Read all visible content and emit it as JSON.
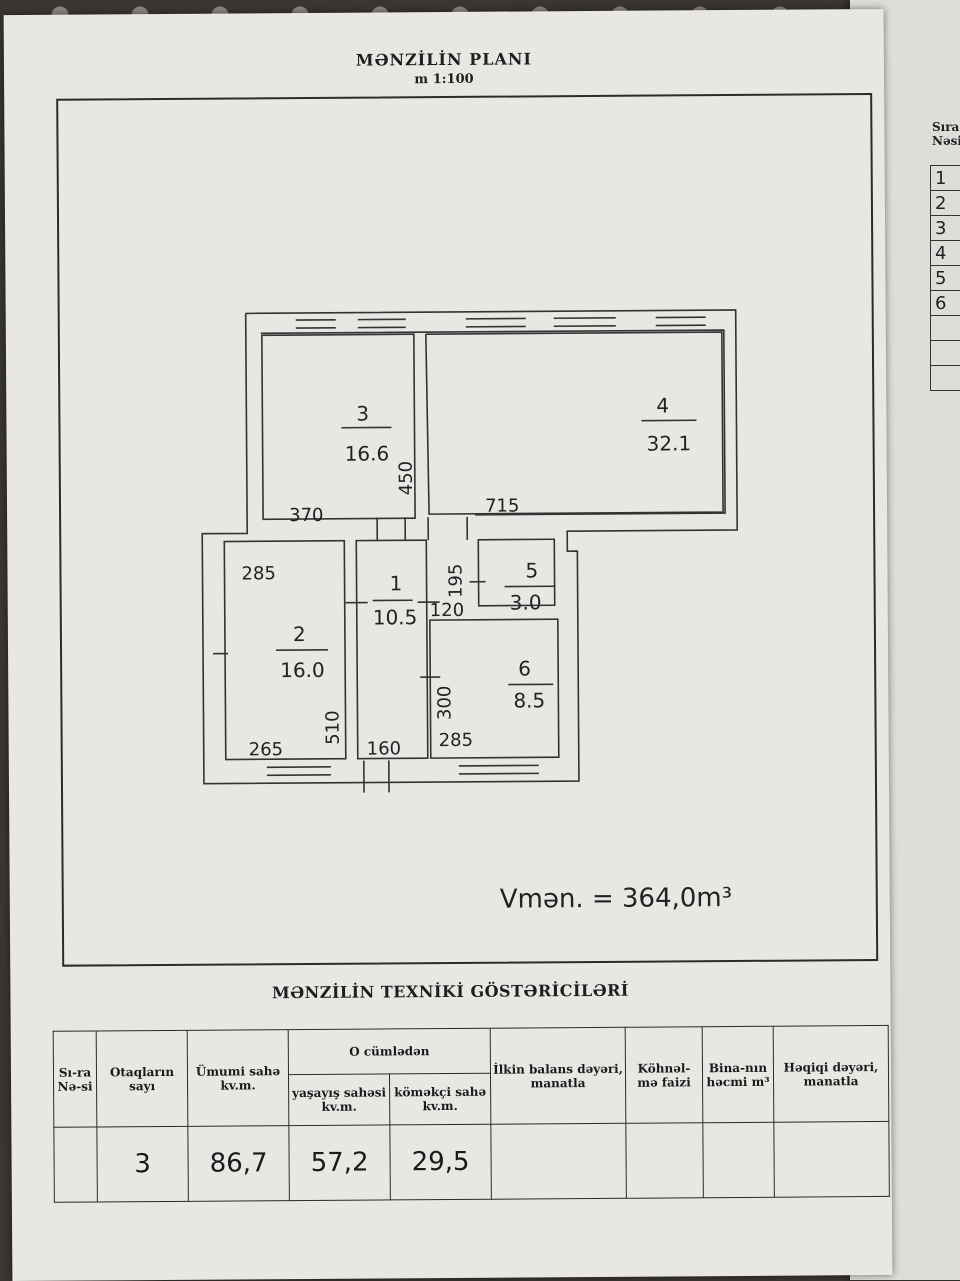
{
  "plan": {
    "title": "MƏNZİLİN PLANI",
    "scale": "m 1:100",
    "rooms": [
      {
        "id": "3",
        "area": "16.6"
      },
      {
        "id": "4",
        "area": "32.1"
      },
      {
        "id": "1",
        "area": "10.5"
      },
      {
        "id": "5",
        "area": "3.0"
      },
      {
        "id": "2",
        "area": "16.0"
      },
      {
        "id": "6",
        "area": "8.5"
      }
    ],
    "dimensions": [
      "370",
      "450",
      "715",
      "285",
      "195",
      "120",
      "510",
      "265",
      "160",
      "300",
      "285"
    ],
    "volume": "Vmən. = 364,0m³"
  },
  "technical": {
    "title": "MƏNZİLİN TEXNİKİ GÖSTƏRİCİLƏRİ",
    "headers": {
      "seq": "Sı-ra Nə-si",
      "rooms": "Otaqların sayı",
      "total": "Ümumi sahə kv.m.",
      "including": "O cümlədən",
      "living": "yaşayış sahəsi kv.m.",
      "aux": "köməkçi sahə kv.m.",
      "balance": "İlkin balans dəyəri, manatla",
      "wear": "Köhnəl-mə faizi",
      "volume": "Bina-nın həcmi m³",
      "real": "Həqiqi dəyəri, manatla"
    },
    "row": {
      "seq": "",
      "rooms": "3",
      "total": "86,7",
      "living": "57,2",
      "aux": "29,5",
      "balance": "",
      "wear": "",
      "volume": "",
      "real": ""
    }
  },
  "side": {
    "header1": "Sıra",
    "header2": "Nəsi",
    "rows": [
      "1",
      "2",
      "3",
      "4",
      "5",
      "6"
    ]
  }
}
